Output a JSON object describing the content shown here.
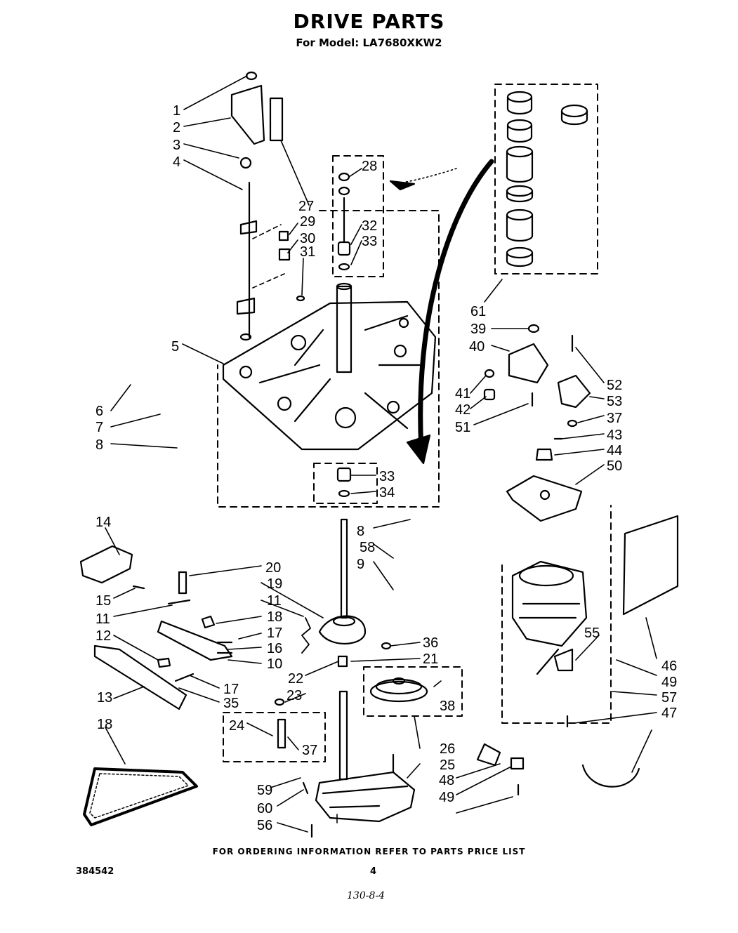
{
  "header": {
    "title": "DRIVE PARTS",
    "subtitle": "For Model: LA7680XKW2"
  },
  "footer": {
    "ordering_note": "FOR ORDERING INFORMATION REFER TO PARTS PRICE LIST",
    "doc_number": "384542",
    "page_number": "4",
    "handwritten_note": "130-8-4"
  },
  "callouts": [
    "1",
    "2",
    "3",
    "4",
    "27",
    "28",
    "29",
    "30",
    "31",
    "32",
    "33",
    "5",
    "6",
    "7",
    "8",
    "61",
    "39",
    "40",
    "41",
    "42",
    "51",
    "52",
    "53",
    "37",
    "43",
    "44",
    "50",
    "33",
    "34",
    "8",
    "58",
    "9",
    "14",
    "20",
    "19",
    "11",
    "18",
    "17",
    "16",
    "10",
    "15",
    "11",
    "12",
    "13",
    "18",
    "17",
    "35",
    "36",
    "21",
    "22",
    "23",
    "24",
    "37",
    "38",
    "26",
    "25",
    "59",
    "60",
    "56",
    "55",
    "46",
    "49",
    "57",
    "47",
    "48",
    "49"
  ]
}
